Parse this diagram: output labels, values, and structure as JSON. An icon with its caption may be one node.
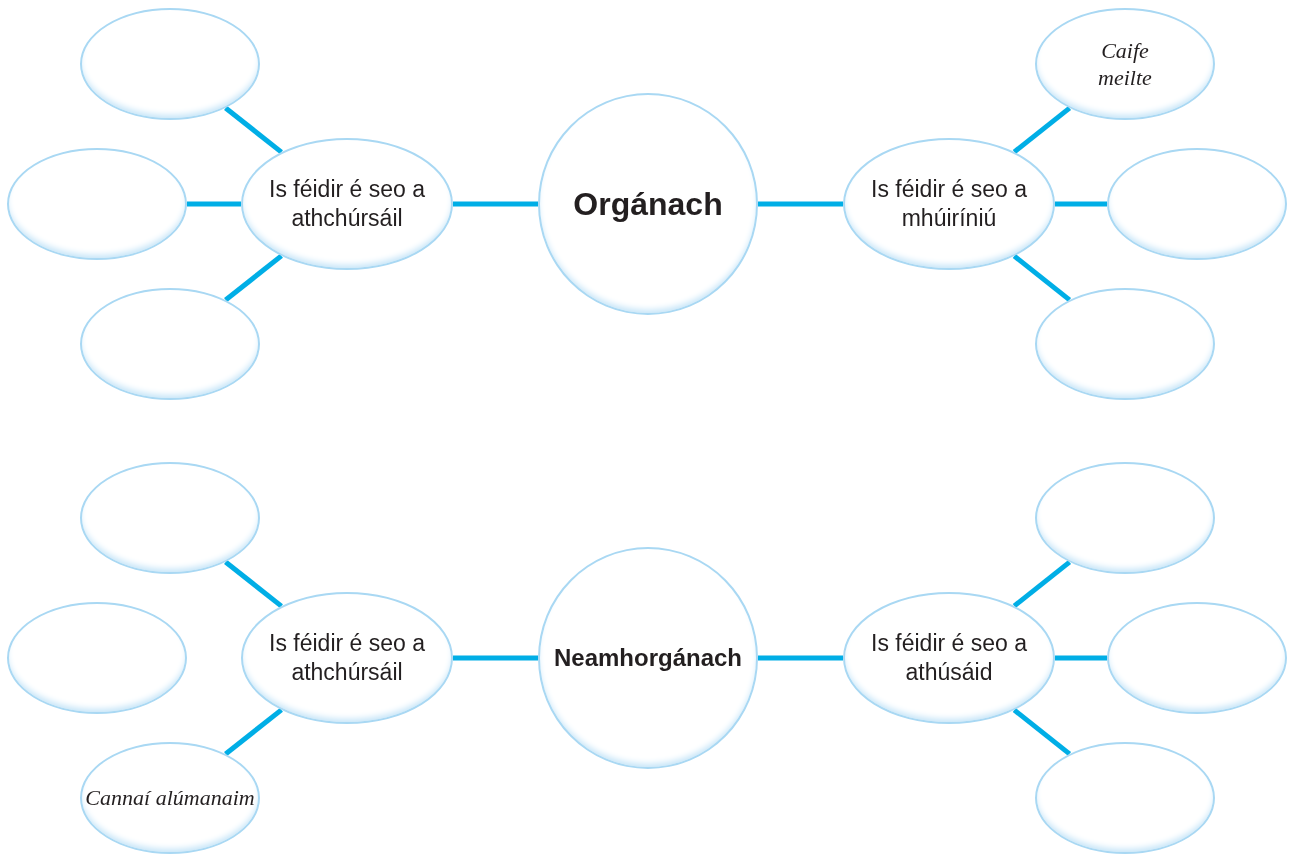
{
  "diagram": {
    "nodes": [
      {
        "text": [
          "Orgánach"
        ]
      },
      {
        "text": [
          "Is féidir é seo a athchúrsáil"
        ]
      },
      {
        "text": [],
        "shape": "ellipse"
      },
      {
        "text": [],
        "shape": "ellipse"
      },
      {
        "text": [],
        "shape": "ellipse"
      },
      {
        "text": [
          "Is féidir é seo a mhúiríniú"
        ]
      },
      {
        "text": [
          "Caife meilte"
        ]
      },
      {
        "text": [],
        "shape": "ellipse"
      },
      {
        "text": [],
        "shape": "ellipse"
      },
      {
        "text": [
          "Neamhorgánach"
        ]
      },
      {
        "text": [
          "Is féidir é seo a athchúrsáil"
        ]
      },
      {
        "text": [],
        "shape": "ellipse"
      },
      {
        "text": [],
        "shape": "ellipse"
      },
      {
        "text": [
          "Cannaí alúmanaim"
        ]
      },
      {
        "text": [
          "Is féidir é seo a athúsáid"
        ]
      },
      {
        "text": [],
        "shape": "ellipse"
      },
      {
        "text": [],
        "shape": "ellipse"
      },
      {
        "text": [],
        "shape": "ellipse"
      }
    ],
    "edges": [
      {
        "from": 0,
        "to": 1,
        "arrow": "none"
      },
      {
        "from": 1,
        "to": 2,
        "arrow": "none"
      },
      {
        "from": 1,
        "to": 3,
        "arrow": "none"
      },
      {
        "from": 1,
        "to": 4,
        "arrow": "none"
      },
      {
        "from": 0,
        "to": 5,
        "arrow": "none"
      },
      {
        "from": 5,
        "to": 6,
        "arrow": "none"
      },
      {
        "from": 5,
        "to": 7,
        "arrow": "none"
      },
      {
        "from": 5,
        "to": 8,
        "arrow": "none"
      },
      {
        "from": 9,
        "to": 10,
        "arrow": "none"
      },
      {
        "from": 10,
        "to": 11,
        "arrow": "none"
      },
      {
        "from": 10,
        "to": 13,
        "arrow": "none"
      },
      {
        "from": 9,
        "to": 14,
        "arrow": "none"
      },
      {
        "from": 14,
        "to": 15,
        "arrow": "none"
      },
      {
        "from": 14,
        "to": 16,
        "arrow": "none"
      },
      {
        "from": 14,
        "to": 17,
        "arrow": "none"
      }
    ]
  }
}
